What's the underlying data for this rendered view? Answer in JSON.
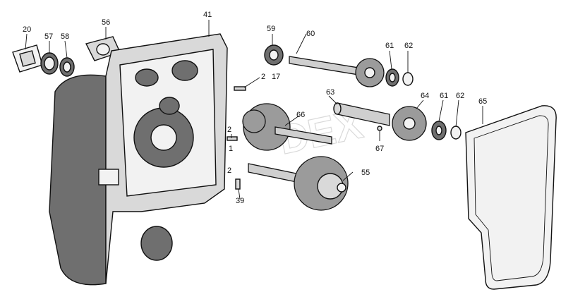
{
  "watermark": "DEX",
  "callouts": {
    "c20": "20",
    "c57": "57",
    "c58": "58",
    "c56": "56",
    "c41": "41",
    "c59": "59",
    "c60": "60",
    "c61a": "61",
    "c62a": "62",
    "c2a": "2",
    "c17": "17",
    "c63": "63",
    "c64": "64",
    "c61b": "61",
    "c62b": "62",
    "c65": "65",
    "c66": "66",
    "c2b": "2",
    "c1": "1",
    "c67": "67",
    "c55": "55",
    "c2c": "2",
    "c39": "39"
  }
}
